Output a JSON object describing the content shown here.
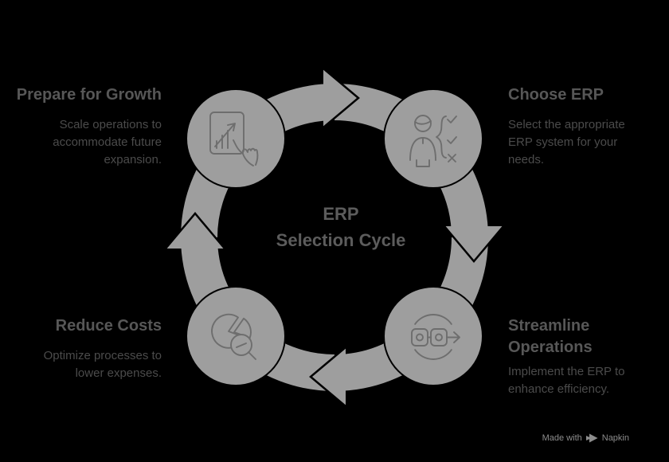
{
  "colors": {
    "background": "#000000",
    "shape_gray": "#9e9e9e",
    "icon_stroke": "#6e6e6e",
    "heading_text": "#575757",
    "body_text": "#4b4b4b",
    "center_text": "#5c5c5c",
    "footer_text": "#8d8d8d"
  },
  "center": {
    "line1": "ERP",
    "line2": "Selection Cycle"
  },
  "steps": [
    {
      "id": "prepare-for-growth",
      "title": "Prepare for Growth",
      "desc_lines": [
        "Scale operations to",
        "accommodate future",
        "expansion."
      ],
      "icon": "growth-chart-hand-icon"
    },
    {
      "id": "choose-erp",
      "title": "Choose ERP",
      "desc_lines": [
        "Select the appropriate",
        "ERP system for your",
        "needs."
      ],
      "icon": "person-decision-icon"
    },
    {
      "id": "streamline-operations",
      "title": "Streamline Operations",
      "desc_lines": [
        "Implement the ERP to",
        "enhance efficiency."
      ],
      "icon": "process-flow-icon"
    },
    {
      "id": "reduce-costs",
      "title": "Reduce Costs",
      "desc_lines": [
        "Optimize processes to",
        "lower expenses."
      ],
      "icon": "pie-chart-magnifier-icon"
    }
  ],
  "footer": {
    "made_with": "Made with",
    "brand": "Napkin"
  }
}
